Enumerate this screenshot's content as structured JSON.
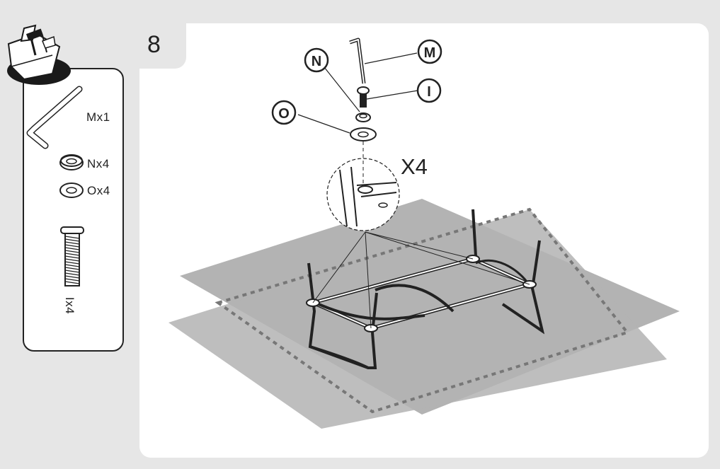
{
  "step": {
    "number": "8"
  },
  "parts": [
    {
      "label": "Mx1",
      "icon": "allen-key-icon"
    },
    {
      "label": "Nx4",
      "icon": "spring-washer-icon"
    },
    {
      "label": "Ox4",
      "icon": "flat-washer-icon"
    },
    {
      "label": "Ix4",
      "icon": "bolt-icon"
    }
  ],
  "callouts": {
    "M": "M",
    "N": "N",
    "I": "I",
    "O": "O"
  },
  "repeat_label": "X4",
  "colors": {
    "background": "#e6e6e6",
    "panel": "#ffffff",
    "floor": "#b3b3b3",
    "ink": "#222222"
  }
}
